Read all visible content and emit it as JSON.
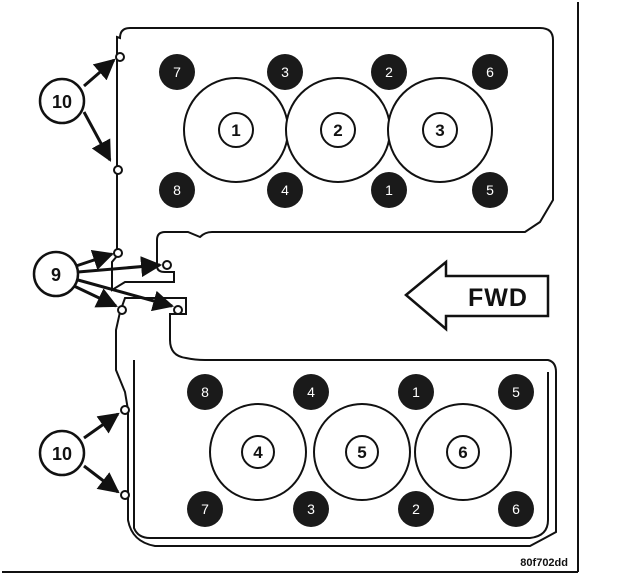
{
  "upper_head": {
    "bolts_top": [
      "7",
      "3",
      "2",
      "6"
    ],
    "bolts_bottom": [
      "8",
      "4",
      "1",
      "5"
    ],
    "cylinders": [
      "1",
      "2",
      "3"
    ]
  },
  "lower_head": {
    "bolts_top": [
      "8",
      "4",
      "1",
      "5"
    ],
    "bolts_bottom": [
      "7",
      "3",
      "2",
      "6"
    ],
    "cylinders": [
      "4",
      "5",
      "6"
    ]
  },
  "callouts": {
    "top_left": "10",
    "middle": "9",
    "bottom_left": "10"
  },
  "fwd_label": "FWD",
  "figure_code": "80f702dd",
  "colors": {
    "line": "#111111",
    "bolt_fill": "#1a1a1a",
    "background": "#ffffff"
  }
}
